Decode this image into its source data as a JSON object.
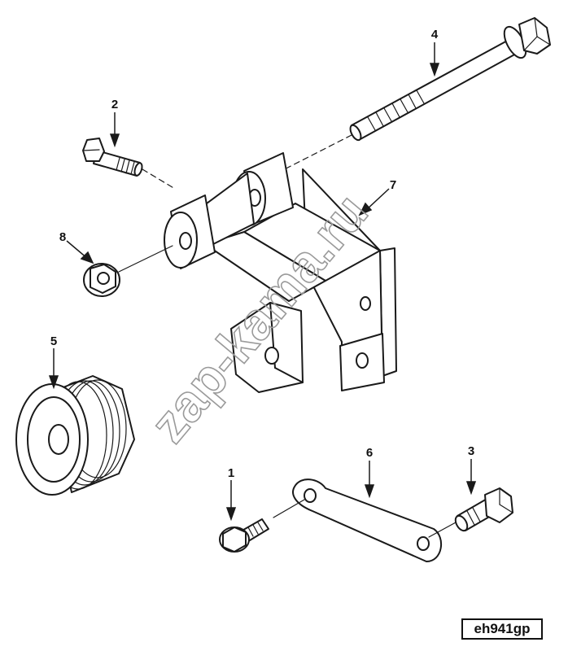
{
  "header": {
    "cropped_text": ""
  },
  "callouts": {
    "c1": "1",
    "c2": "2",
    "c3": "3",
    "c4": "4",
    "c5": "5",
    "c6": "6",
    "c7": "7",
    "c8": "8"
  },
  "watermark": "zap-kama.ru",
  "figure_code": "eh941gp",
  "colors": {
    "ink": "#1a1a1a",
    "watermark": "#9a9a9a",
    "background": "#ffffff"
  }
}
